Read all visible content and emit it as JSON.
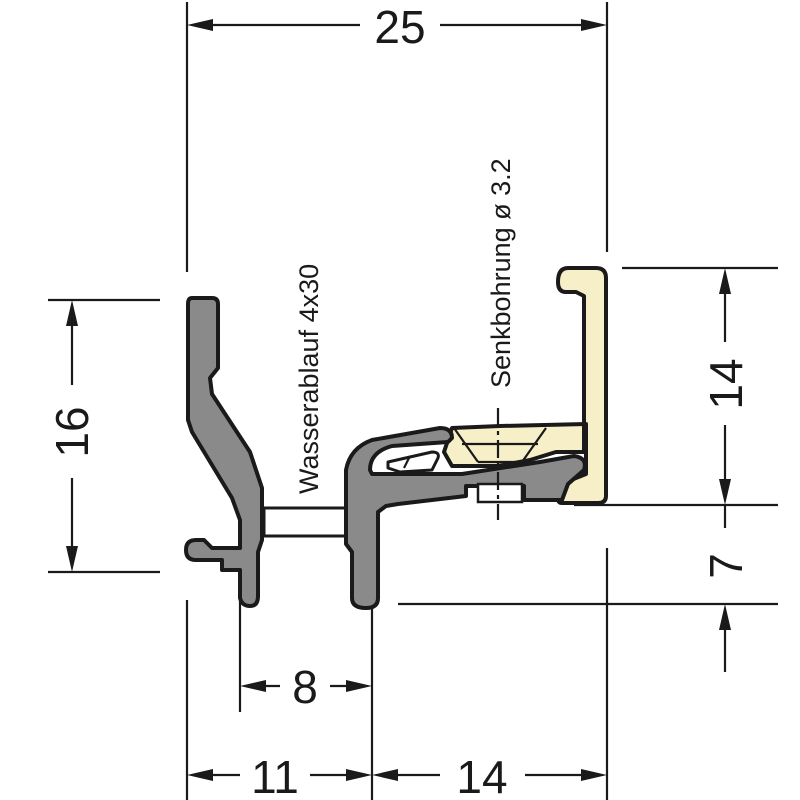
{
  "dimensions": {
    "total_width": "25",
    "left_height": "16",
    "right_upper_height": "14",
    "right_lower_height": "7",
    "inner_width": "8",
    "bottom_left_width": "11",
    "bottom_right_width": "14"
  },
  "annotations": {
    "water_drain": "Wasserablauf 4x30",
    "countersink": "Senkbohrung ø 3.2"
  },
  "colors": {
    "aluminium_profile": "#8a8a8a",
    "gasket_insert": "#f6efc8",
    "outline": "#1a1a1a",
    "background": "#ffffff"
  }
}
